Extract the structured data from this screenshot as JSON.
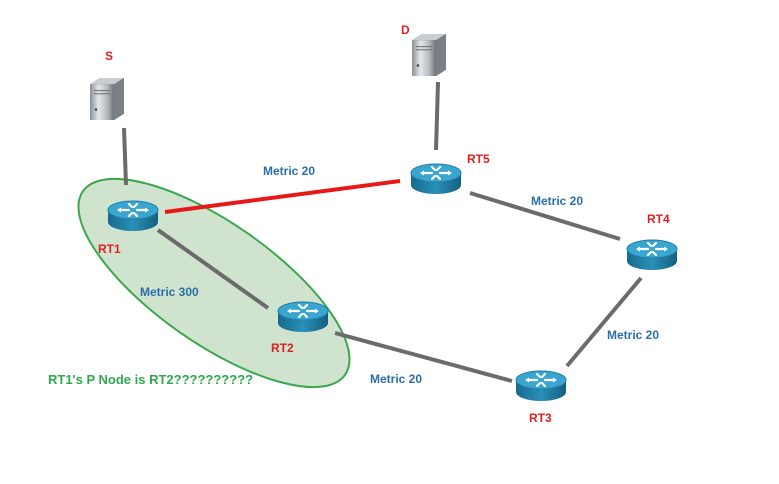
{
  "nodes": {
    "S": "S",
    "D": "D",
    "RT1": "RT1",
    "RT2": "RT2",
    "RT3": "RT3",
    "RT4": "RT4",
    "RT5": "RT5"
  },
  "links": {
    "rt1_rt5": "Metric 20",
    "rt5_rt4": "Metric 20",
    "rt1_rt2": "Metric 300",
    "rt4_rt3": "Metric 20",
    "rt2_rt3": "Metric 20"
  },
  "note": "RT1's P Node is RT2??????????",
  "colors": {
    "highlight_link": "#e81818",
    "link": "#6b6b6b",
    "p_space_fill": "#cfe3cf",
    "p_space_stroke": "#3aa84a",
    "router": "#1f7fa8",
    "router_top": "#3aa6cf"
  },
  "icons": {
    "router": "router-icon",
    "server": "server-icon"
  }
}
